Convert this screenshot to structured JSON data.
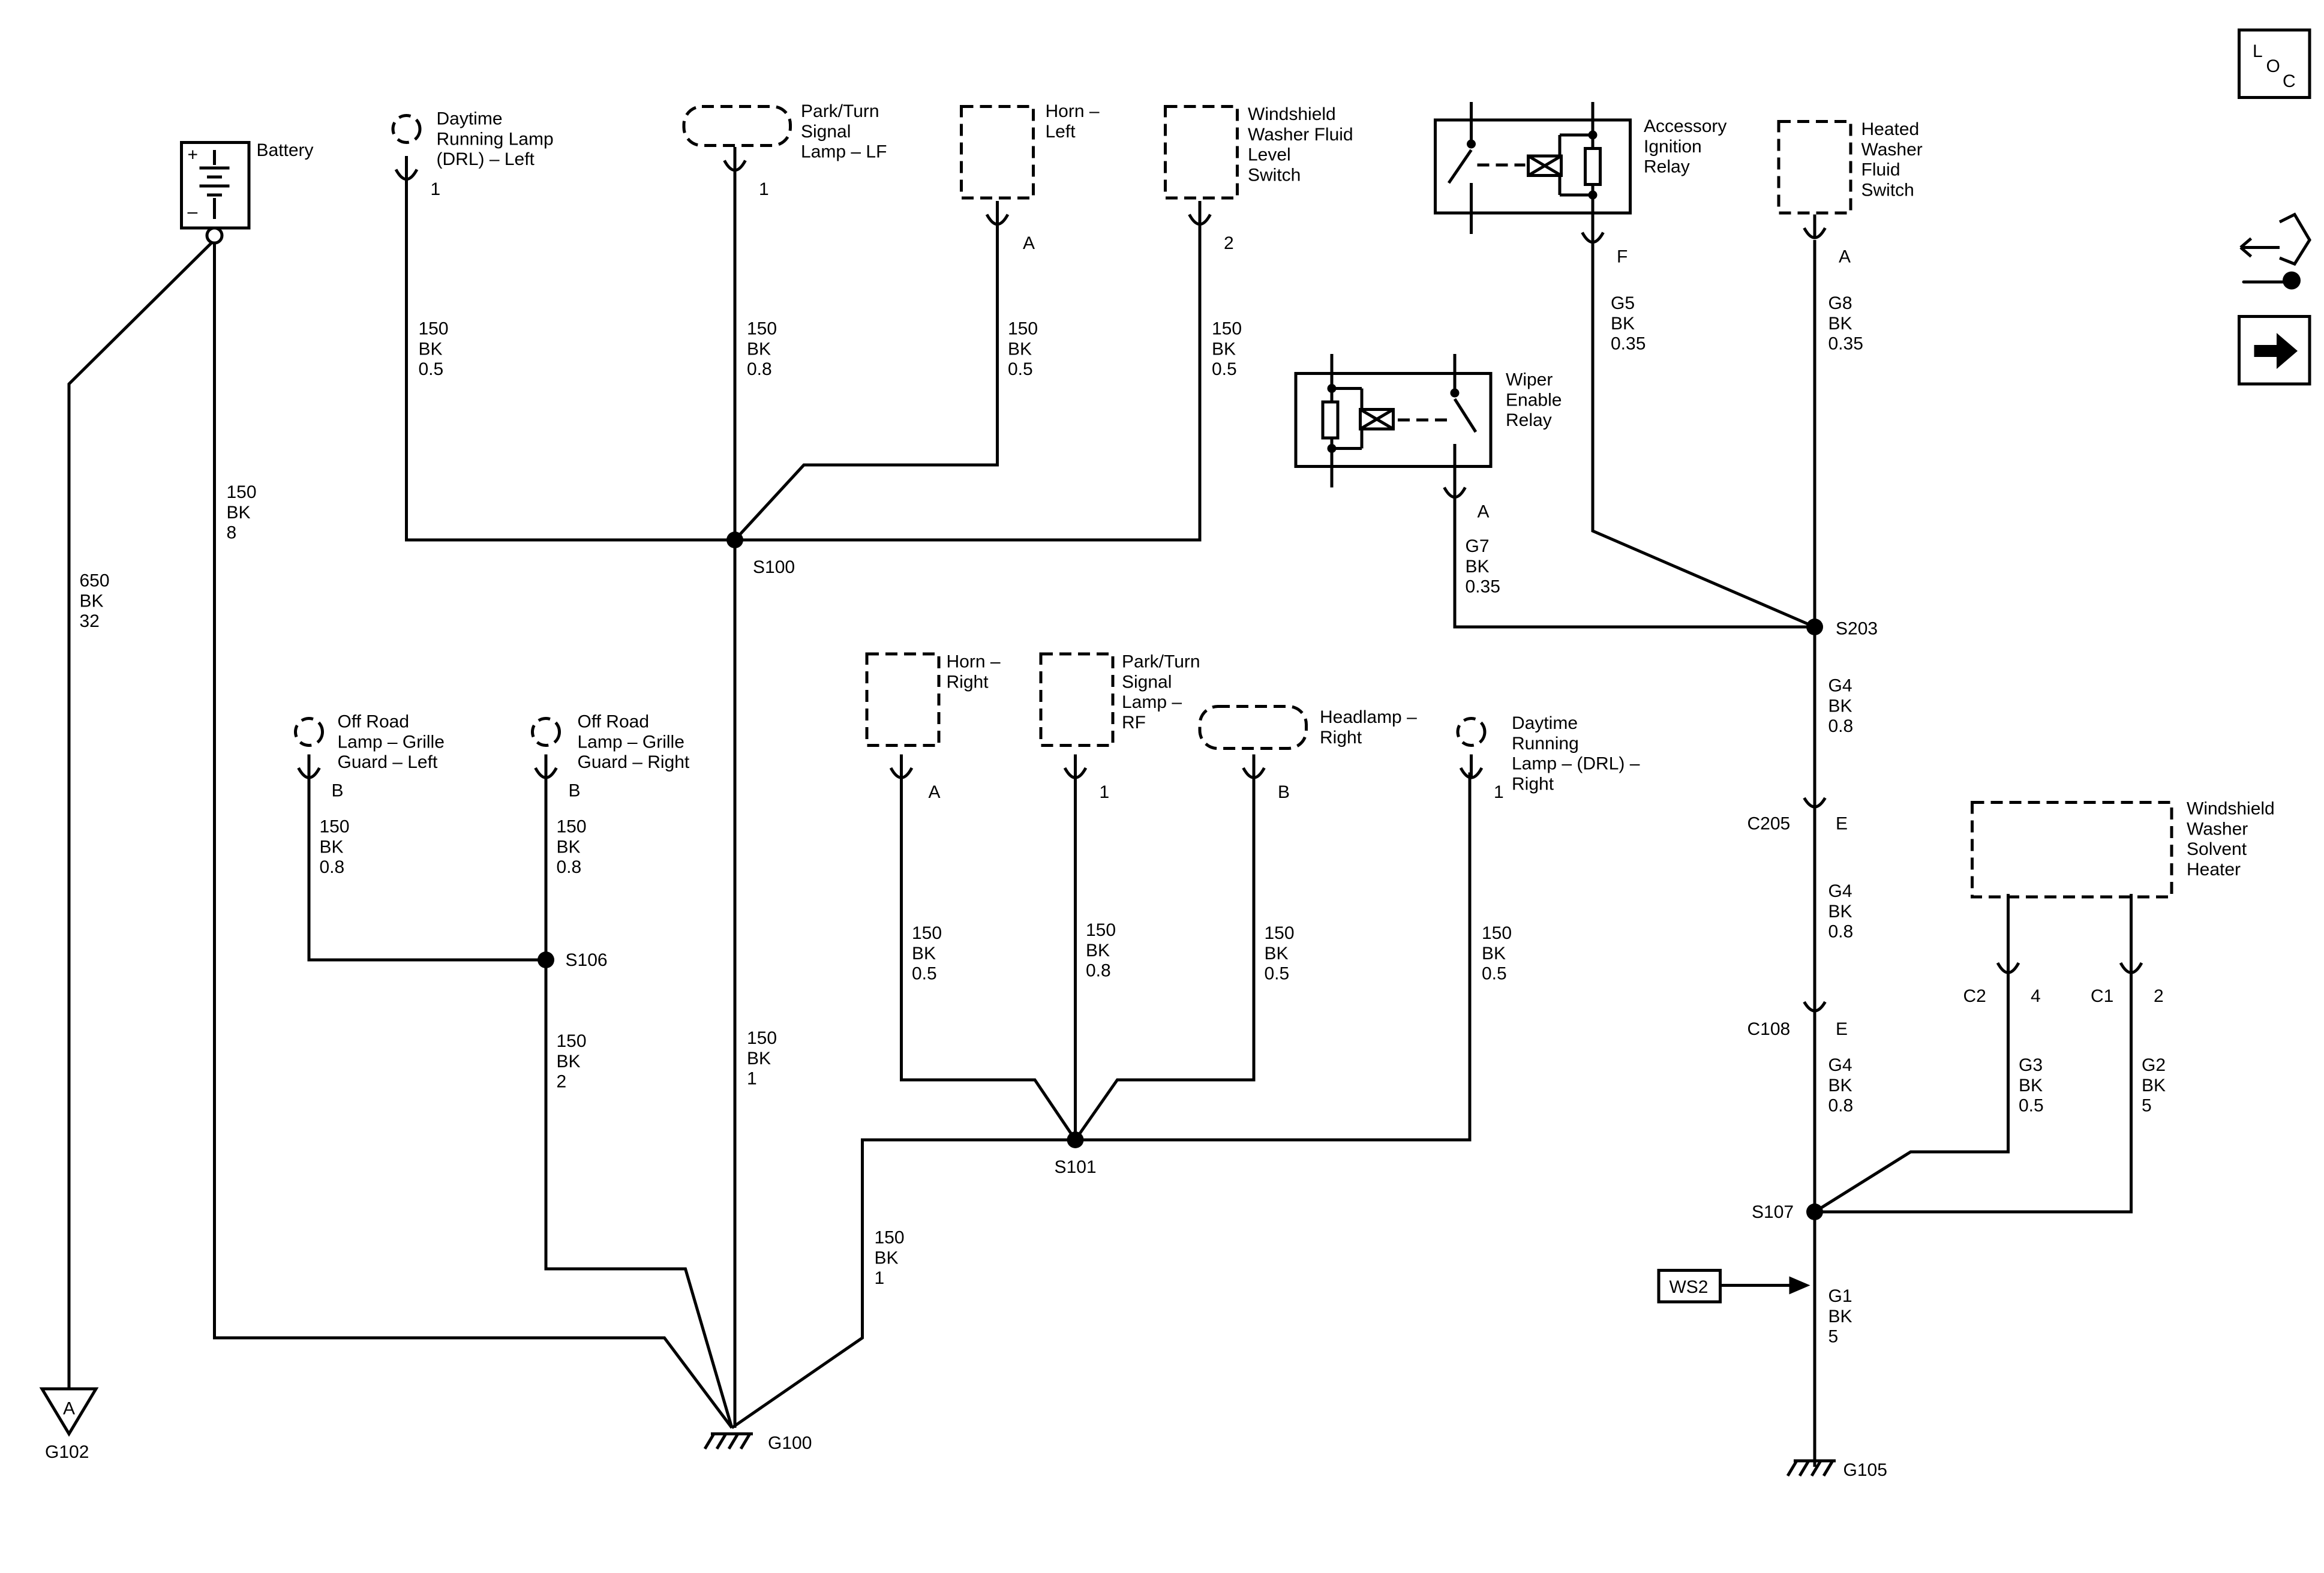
{
  "battery": {
    "label": "Battery",
    "plus": "+",
    "minus": "–"
  },
  "components": {
    "drl_left": "Daytime|Running Lamp|(DRL) – Left",
    "park_lf": "Park/Turn|Signal|Lamp – LF",
    "horn_left": "Horn –|Left",
    "ww_level": "Windshield|Washer Fluid|Level|Switch",
    "acc_relay": "Accessory|Ignition|Relay",
    "heated_ww": "Heated|Washer|Fluid|Switch",
    "wiper_relay": "Wiper|Enable|Relay",
    "offroad_left": "Off Road|Lamp – Grille|Guard – Left",
    "offroad_right": "Off Road|Lamp – Grille|Guard – Right",
    "horn_right": "Horn –|Right",
    "park_rf": "Park/Turn|Signal|Lamp –|RF",
    "headlamp_right": "Headlamp –|Right",
    "drl_right": "Daytime|Running|Lamp – (DRL) –|Right",
    "ww_solvent": "Windshield|Washer|Solvent|Heater"
  },
  "pins": {
    "drl_left": "1",
    "park_lf": "1",
    "horn_left": "A",
    "ww_level": "2",
    "acc_relay": "F",
    "heated_ww": "A",
    "wiper_relay": "A",
    "offroad_left": "B",
    "offroad_right": "B",
    "horn_right": "A",
    "park_rf": "1",
    "headlamp_right": "B",
    "drl_right": "1",
    "c205": "E",
    "c108": "E",
    "solvent_c2": "4",
    "solvent_c1": "2"
  },
  "wires": {
    "g102": "650|BK|32",
    "battery_gnd": "150|BK|8",
    "drl_left": "150|BK|0.5",
    "park_lf": "150|BK|0.8",
    "horn_left": "150|BK|0.5",
    "ww_level": "150|BK|0.5",
    "s100_g100": "150|BK|1",
    "acc_relay": "G5|BK|0.35",
    "heated_ww": "G8|BK|0.35",
    "wiper_relay": "G7|BK|0.35",
    "s203_c205": "G4|BK|0.8",
    "c205_c108": "G4|BK|0.8",
    "c108_s107": "G4|BK|0.8",
    "s107_g105": "G1|BK|5",
    "solvent_c2": "G3|BK|0.5",
    "solvent_c1": "G2|BK|5",
    "offroad_left": "150|BK|0.8",
    "offroad_right": "150|BK|0.8",
    "s106_g100": "150|BK|2",
    "horn_right": "150|BK|0.5",
    "park_rf": "150|BK|0.8",
    "headlamp_right": "150|BK|0.5",
    "drl_right": "150|BK|0.5",
    "s101_g100": "150|BK|1"
  },
  "splices": {
    "s100": "S100",
    "s101": "S101",
    "s106": "S106",
    "s203": "S203",
    "s107": "S107"
  },
  "connectors": {
    "c205": "C205",
    "c108": "C108",
    "c2": "C2",
    "c1": "C1"
  },
  "grounds": {
    "g100": "G100",
    "g105": "G105",
    "g102": "G102",
    "g102_letter": "A"
  },
  "ws2": "WS2",
  "icons": {
    "loc": {
      "l": "L",
      "o": "O",
      "c": "C",
      "name": "loc-icon"
    },
    "wrench": "connector-wrench-icon",
    "arrow": "right-arrow-icon"
  }
}
